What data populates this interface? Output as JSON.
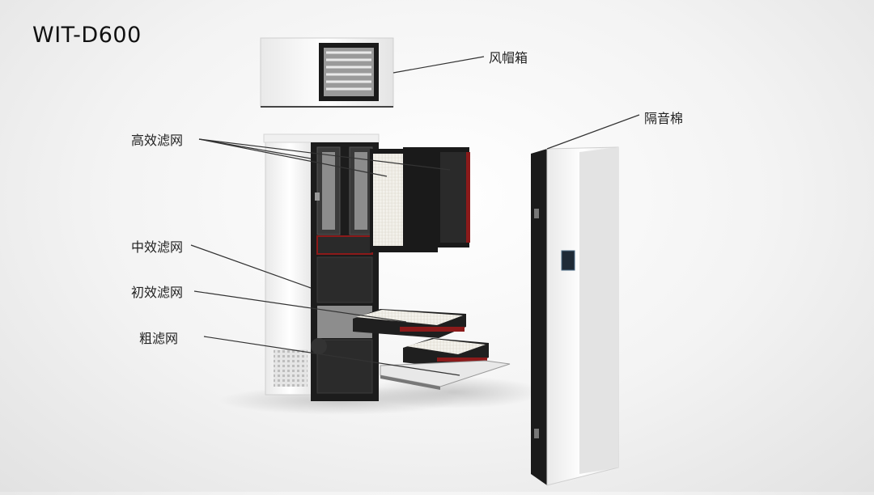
{
  "title": "WIT-D600",
  "labels": {
    "hood": "风帽箱",
    "acoustic": "隔音棉",
    "hepa": "高效滤网",
    "medium": "中效滤网",
    "primary": "初效滤网",
    "coarse": "粗滤网"
  },
  "colors": {
    "frame_black": "#1a1a1a",
    "accent_red": "#8b1a1a",
    "panel_white": "#f7f7f7",
    "filter_media": "#f2f0ea",
    "leader_line": "#333333"
  }
}
